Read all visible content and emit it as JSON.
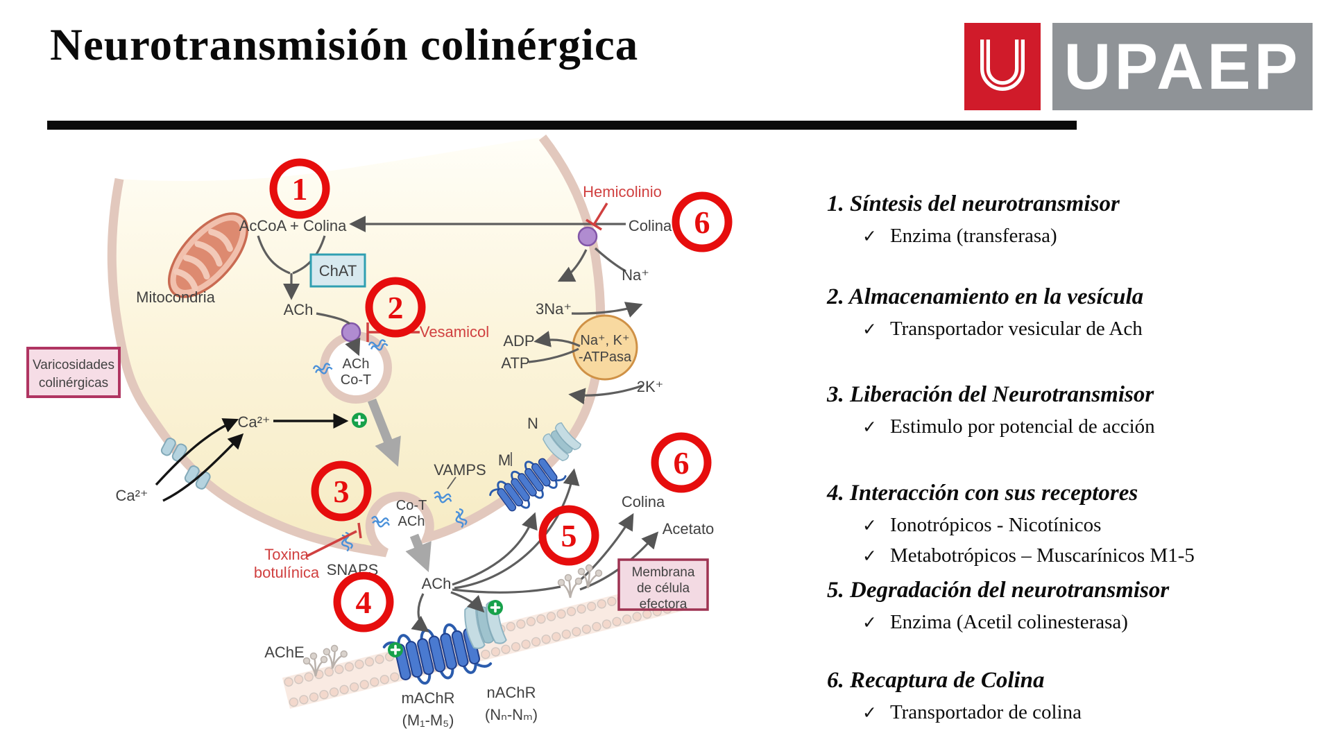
{
  "title": "Neurotransmisión colinérgica",
  "logo": {
    "letter": "U",
    "wordmark": "UPAEP",
    "brand_red": "#d01b2a",
    "brand_gray": "#8f9397"
  },
  "panel": {
    "check": "✓",
    "items": [
      {
        "heading": "1. Síntesis del neurotransmisor",
        "bullets": [
          "Enzima (transferasa)"
        ]
      },
      {
        "heading": "2. Almacenamiento en la vesícula",
        "bullets": [
          "Transportador vesicular de Ach"
        ]
      },
      {
        "heading": "3. Liberación del Neurotransmisor",
        "bullets": [
          "Estimulo por potencial de acción"
        ]
      },
      {
        "heading": "4. Interacción con sus receptores",
        "bullets": [
          "Ionotrópicos - Nicotínicos",
          "Metabotrópicos – Muscarínicos M1-5"
        ]
      },
      {
        "heading": "5. Degradación del neurotransmisor",
        "bullets": [
          "Enzima (Acetil colinesterasa)"
        ]
      },
      {
        "heading": "6. Recaptura de Colina",
        "bullets": [
          "Transportador de colina"
        ]
      }
    ]
  },
  "diagram": {
    "markers": [
      "1",
      "2",
      "3",
      "4",
      "5",
      "6",
      "6"
    ],
    "labels": {
      "mitocondria": "Mitocondria",
      "accoa_colina": "AcCoA + Colina",
      "chat": "ChAT",
      "ach": "ACh",
      "vesicle_line1": "ACh",
      "vesicle_line2": "Co-T",
      "vesamicol": "Vesamicol",
      "hemicolinio": "Hemicolinio",
      "colina_top": "Colina",
      "na": "Na⁺",
      "na3": "3Na⁺",
      "adp": "ADP",
      "atp": "ATP",
      "k2": "2K⁺",
      "atpase_line1": "Na⁺, K⁺",
      "atpase_line2": "-ATPasa",
      "ca_out": "Ca²⁺",
      "ca_in": "Ca²⁺",
      "varicosidades_line1": "Varicosidades",
      "varicosidades_line2": "colinérgicas",
      "vamps": "VAMPS",
      "snaps": "SNAPS",
      "toxina_line1": "Toxina",
      "toxina_line2": "botulínica",
      "omega_line1": "Co-T",
      "omega_line2": "ACh",
      "ach_released": "ACh",
      "n_receptor": "N",
      "m_receptor": "M",
      "colina_bottom": "Colina",
      "acetato": "Acetato",
      "ache": "AChE",
      "machr_line1": "mAChR",
      "machr_line2": "(M₁-M₅)",
      "nachr_line1": "nAChR",
      "nachr_line2": "(Nₙ-Nₘ)",
      "membrana_line1": "Membrana",
      "membrana_line2": "de célula",
      "membrana_line3": "efectora"
    },
    "accents": {
      "number_red": "#e60d0d",
      "drug_red": "#d04040",
      "label_gray": "#414141",
      "cell_fill": "#f7ecc6",
      "membrane_pink": "#e4cabf",
      "receptor_blue": "#4a7ad0",
      "channel_blue": "#c5dce3",
      "transporter_purple": "#b08cd0",
      "atpase_orange": "#f8d9a0",
      "plus_green": "#17a14b"
    }
  }
}
